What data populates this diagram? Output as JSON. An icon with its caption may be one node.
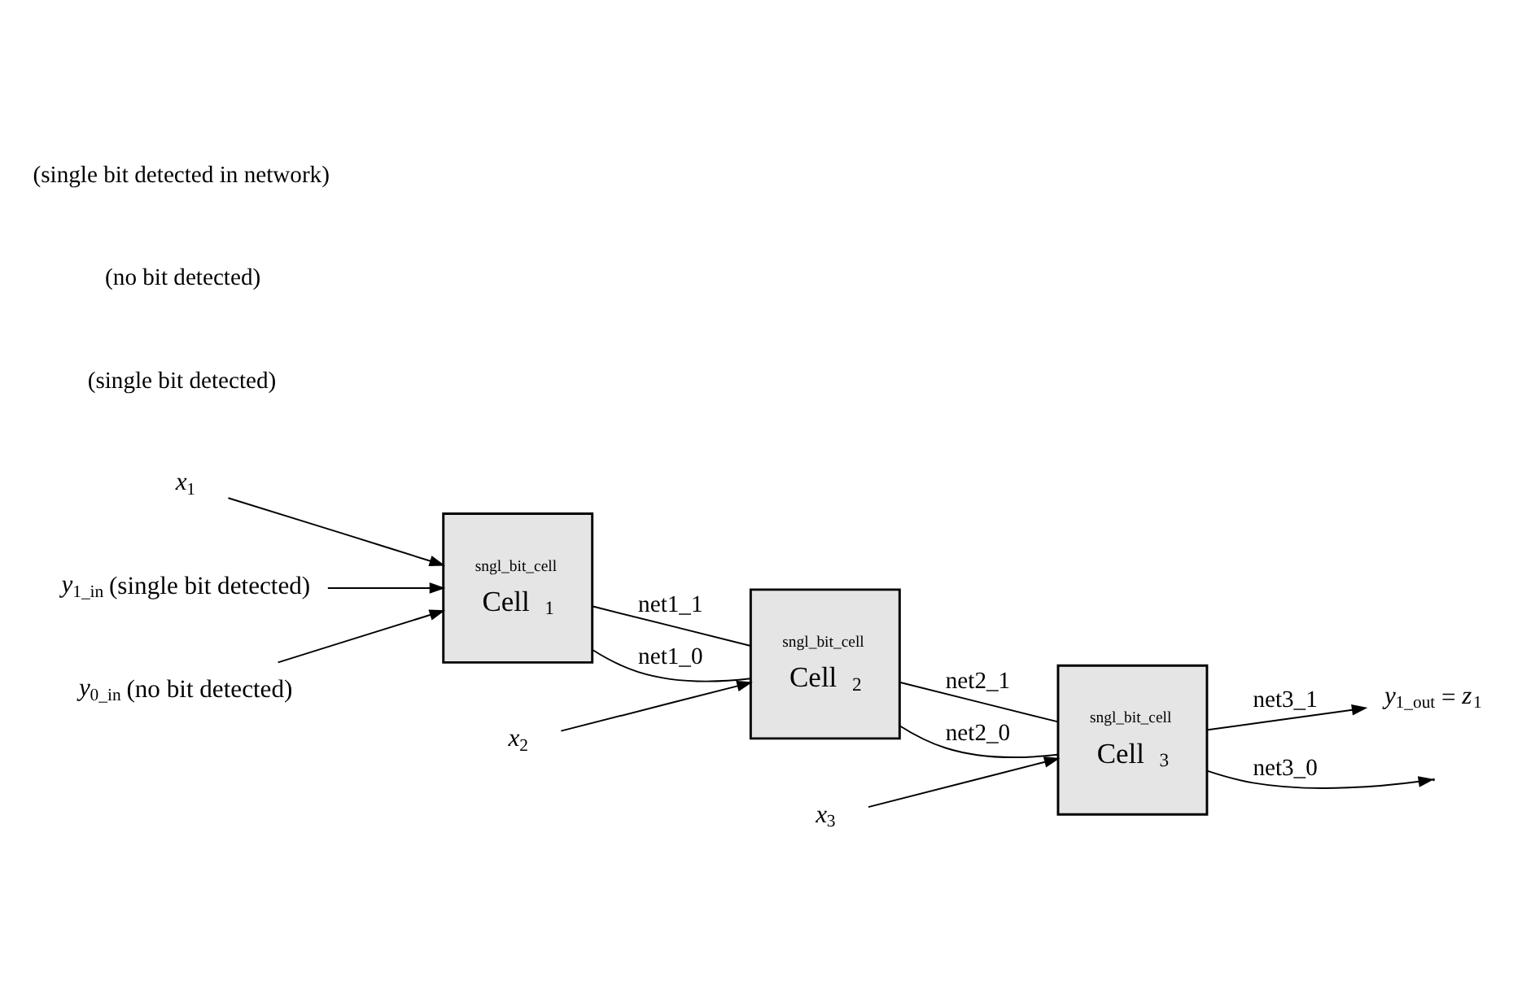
{
  "diagram": {
    "nodes": [
      {
        "text": [
          "*x*$_{1}$"
        ]
      },
      {
        "text": [
          "*y*$_{1_in}$ (single bit detected)"
        ]
      },
      {
        "text": [
          "*y*$_{0_in}$ (no bit detected)"
        ]
      },
      {
        "text": [
          "sngl_bit_cell",
          "Cell$_{1}$"
        ]
      },
      {
        "text": [
          "*x*$_{2}$"
        ]
      },
      {
        "text": [
          "sngl_bit_cell",
          "Cell$_{2}$"
        ]
      },
      {
        "text": [
          "*x*$_{3}$"
        ]
      },
      {
        "text": [
          "sngl_bit_cell",
          "Cell$_{3}$"
        ]
      },
      {
        "text": [
          "*y*$_{1_out}$ = *z*$_{1}$"
        ]
      }
    ],
    "edges": [
      {
        "from": 0,
        "to": 3,
        "arrow": "to"
      },
      {
        "from": 1,
        "to": 3,
        "arrow": "to"
      },
      {
        "from": 2,
        "to": 3,
        "arrow": "to"
      },
      {
        "from": 3,
        "to": 5,
        "arrow": "none",
        "label": "net1_1"
      },
      {
        "from": 3,
        "to": 5,
        "arrow": "none",
        "label": "net1_0"
      },
      {
        "from": 4,
        "to": 5,
        "arrow": "to"
      },
      {
        "from": 5,
        "to": 7,
        "arrow": "none",
        "label": "net2_1"
      },
      {
        "from": 5,
        "to": 7,
        "arrow": "none",
        "label": "net2_0"
      },
      {
        "from": 6,
        "to": 7,
        "arrow": "to"
      },
      {
        "from": 7,
        "to": 8,
        "arrow": "to",
        "label": "net3_1"
      },
      {
        "from": 7,
        "to": null,
        "arrow": "to",
        "label": "net3_0"
      }
    ],
    "labels": [
      "(single bit detected)",
      "(no bit detected)",
      "(single bit detected in network)"
    ]
  }
}
